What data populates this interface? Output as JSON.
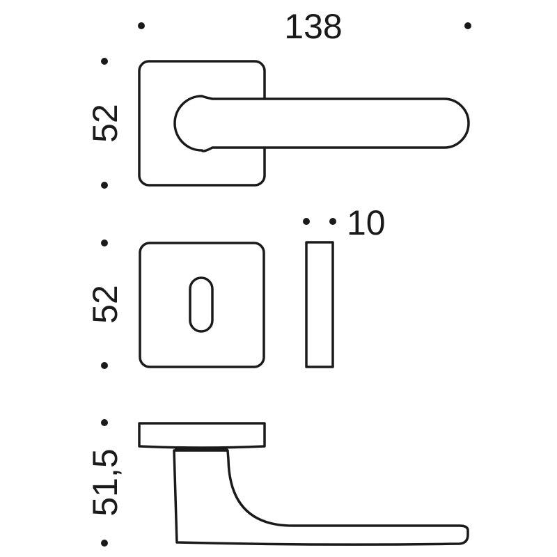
{
  "dimensions": {
    "handle_length": "138",
    "rose_height": "52",
    "escutcheon_height": "52",
    "escutcheon_thickness": "10",
    "handle_projection": "51,5"
  },
  "colors": {
    "line": "#1a1a1a",
    "background": "#ffffff"
  }
}
